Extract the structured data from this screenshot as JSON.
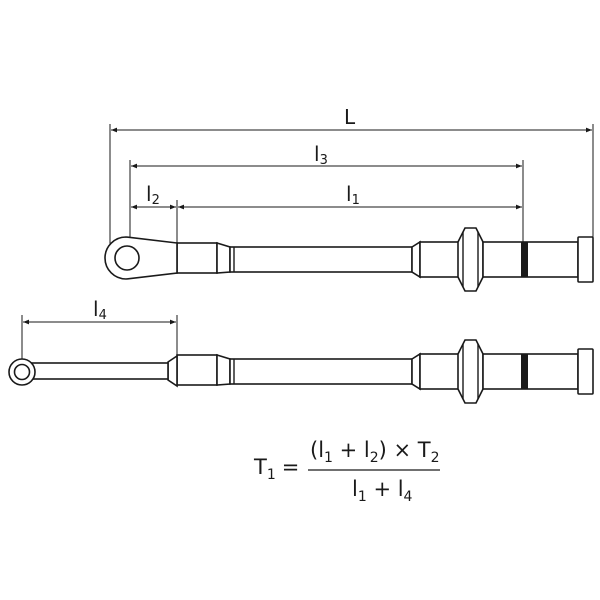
{
  "dimensions": {
    "L": {
      "main": "L",
      "sub": ""
    },
    "l3": {
      "main": "l",
      "sub": "3"
    },
    "l2": {
      "main": "l",
      "sub": "2"
    },
    "l1": {
      "main": "l",
      "sub": "1"
    },
    "l4": {
      "main": "l",
      "sub": "4"
    }
  },
  "formula": {
    "lhs_main": "T",
    "lhs_sub": "1",
    "equals": "=",
    "num_open": "(l",
    "num_sub1": "1",
    "num_plus": " + l",
    "num_sub2": "2",
    "num_close": ") × T",
    "num_sub3": "2",
    "den_l1": "l",
    "den_sub1": "1",
    "den_plus": " + l",
    "den_sub4": "4"
  }
}
